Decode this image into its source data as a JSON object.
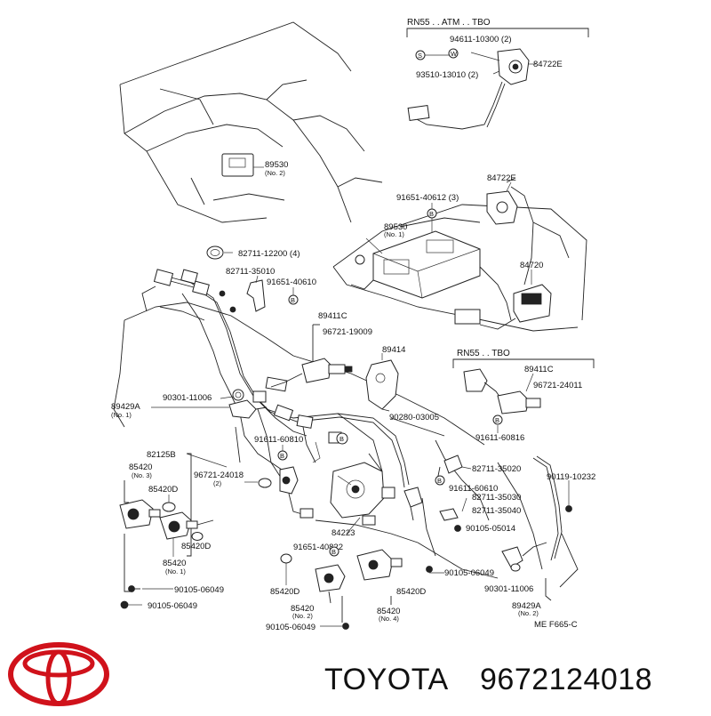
{
  "headers": {
    "top": "RN55 . . ATM . . TBO",
    "mid": "RN55 . . TBO"
  },
  "labels": {
    "p94611": "94611-10300 (2)",
    "p93510": "93510-13010 (2)",
    "p84722E_top": "84722E",
    "p89530_top": "89530",
    "p89530_top_sub": "(No. 2)",
    "p84722E_mid": "84722E",
    "p91651_40612": "91651-40612 (3)",
    "p89530_mid": "89530",
    "p89530_mid_sub": "(No. 1)",
    "p82711_12200": "82711-12200 (4)",
    "p82711_35010": "82711-35010",
    "p91651_40610": "91651-40610",
    "p84720": "84720",
    "p89411C_a": "89411C",
    "p96721_19009": "96721-19009",
    "p89414": "89414",
    "p89411C_b": "89411C",
    "p96721_24011": "96721-24011",
    "p89429A_a": "89429A",
    "p89429A_a_sub": "(No. 1)",
    "p90301_11006_a": "90301-11006",
    "p90280_03005": "90280-03005",
    "p91611_60816": "91611-60816",
    "p91611_60810": "91611-60810",
    "p82125B": "82125B",
    "p85420_no3": "85420",
    "p85420_no3_sub": "(No. 3)",
    "p96721_24018": "96721-24018",
    "p96721_24018_sub": "(2)",
    "p85420D_a": "85420D",
    "p82711_35020": "82711-35020",
    "p90119_10232": "90119-10232",
    "p91611_60610": "91611-60610",
    "p82711_35030": "82711-35030",
    "p82711_35040": "82711-35040",
    "p84223": "84223",
    "p90105_05014": "90105-05014",
    "p85420D_b": "85420D",
    "p91651_40822": "91651-40822",
    "p85420_no1": "85420",
    "p85420_no1_sub": "(No. 1)",
    "p90105_06049_r": "90105-06049",
    "p90301_11006_b": "90301-11006",
    "p85420D_c": "85420D",
    "p85420D_d": "85420D",
    "p90105_06049_l1": "90105-06049",
    "p90105_06049_l2": "90105-06049",
    "p85420_no2": "85420",
    "p85420_no2_sub": "(No. 2)",
    "p85420_no4": "85420",
    "p85420_no4_sub": "(No. 4)",
    "p89429A_b": "89429A",
    "p89429A_b_sub": "(No. 2)",
    "p90105_06049_bot": "90105-06049",
    "ref_code": "ME  F665-C"
  },
  "symbols": {
    "s": "S",
    "w": "W",
    "b": "B"
  },
  "footer": {
    "brand": "TOYOTA",
    "part_number": "9672124018"
  },
  "colors": {
    "logo": "#d0121b",
    "ink": "#111111"
  }
}
